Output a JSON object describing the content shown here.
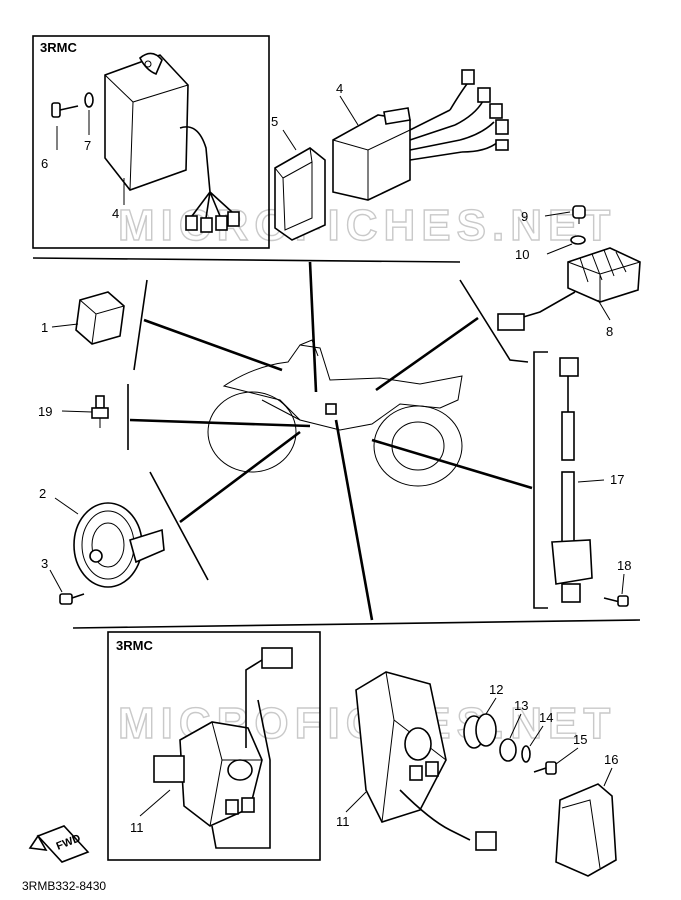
{
  "diagram": {
    "watermark": "MICROFICHES.NET",
    "drawing_code": "3RMB332-8430",
    "fwd_label": "FWD",
    "box_labels": {
      "top_box": "3RMC",
      "bottom_box": "3RMC"
    },
    "callouts": {
      "c6": "6",
      "c7": "7",
      "c4a": "4",
      "c4b": "4",
      "c5": "5",
      "c9": "9",
      "c10": "10",
      "c8": "8",
      "c1": "1",
      "c19": "19",
      "c17": "17",
      "c2": "2",
      "c3": "3",
      "c18": "18",
      "c11a": "11",
      "c11b": "11",
      "c12": "12",
      "c13": "13",
      "c14": "14",
      "c15": "15",
      "c16": "16"
    }
  }
}
